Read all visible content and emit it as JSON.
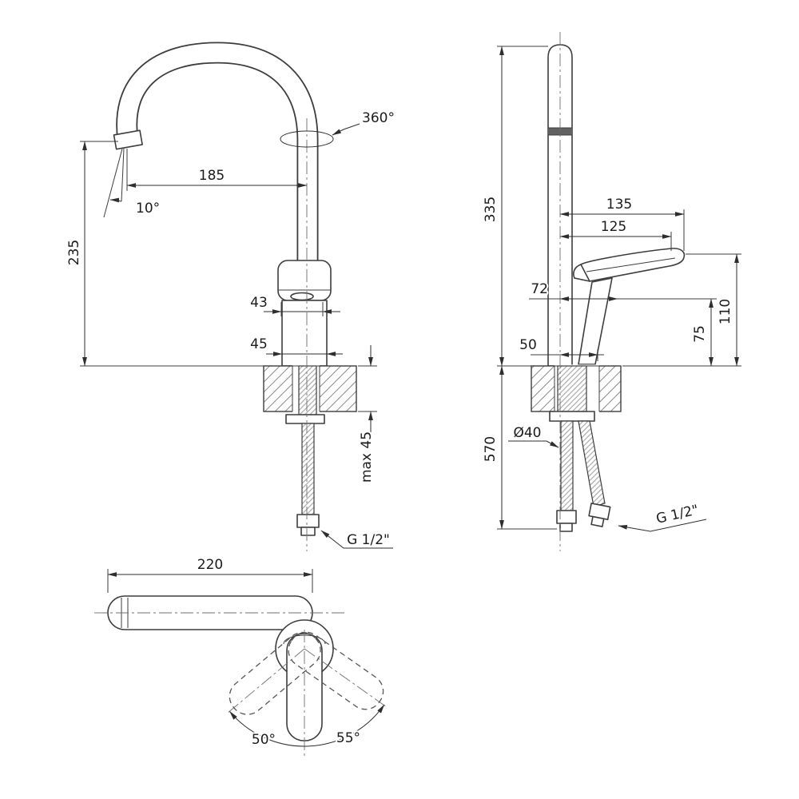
{
  "colors": {
    "line": "#3d3d3d",
    "dimension": "#2e2e2e",
    "background": "#ffffff"
  },
  "front_view": {
    "swivel_angle": "360°",
    "spout_reach": "185",
    "spout_tilt": "10°",
    "spout_height": "235",
    "upper_body_width": "43",
    "lower_body_width": "45",
    "max_deck_thickness": "max 45",
    "connection_thread": "G 1/2\""
  },
  "side_view": {
    "body_height": "335",
    "handle_length_outer": "135",
    "handle_length_inner": "125",
    "handle_offset": "72",
    "base_offset": "50",
    "handle_top_height": "110",
    "handle_bottom_height": "75",
    "hose_length": "570",
    "mounting_hole_diameter": "Ø40",
    "connection_thread": "G 1/2\""
  },
  "top_view": {
    "spout_length": "220",
    "handle_swing_left": "50°",
    "handle_swing_right": "55°"
  }
}
